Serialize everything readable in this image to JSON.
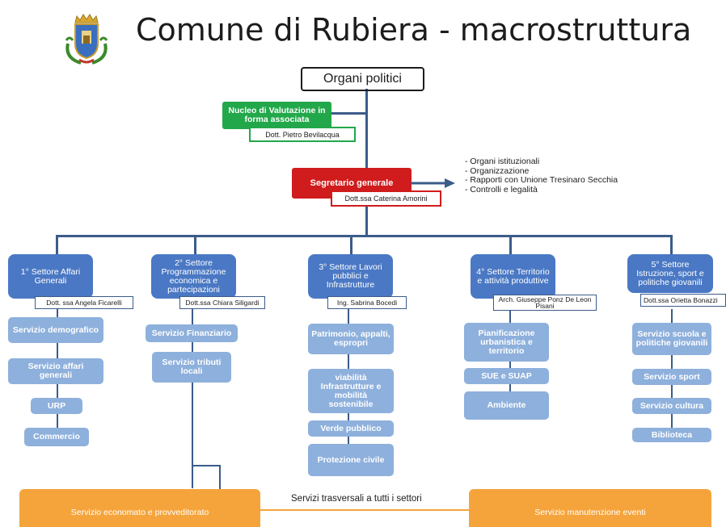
{
  "title": "Comune di Rubiera - macrostruttura",
  "organi_politici": "Organi politici",
  "nucleo": {
    "label": "Nucleo di Valutazione in forma associata",
    "name": "Dott. Pietro Bevilacqua"
  },
  "segretario": {
    "label": "Segretario generale",
    "name": "Dott.ssa Caterina Amorini",
    "responsibilities": [
      "- Organi istituzionali",
      "- Organizzazione",
      "- Rapporti con Unione Tresinaro Secchia",
      "- Controlli e legalità"
    ]
  },
  "sectors": [
    {
      "title": "1° Settore Affari Generali",
      "head": "Dott. ssa Angela Ficarelli",
      "services": [
        "Servizio demografico",
        "Servizio affari generali",
        "URP",
        "Commercio"
      ]
    },
    {
      "title": "2° Settore Programmazione economica e partecipazioni",
      "head": "Dott.ssa Chiara Siligardi",
      "services": [
        "Servizio Finanziario",
        "Servizio tributi locali"
      ]
    },
    {
      "title": "3° Settore Lavori pubblici e Infrastrutture",
      "head": "Ing. Sabrina Bocedi",
      "services": [
        "Patrimonio, appalti, espropri",
        "viabilità Infrastrutture e mobilità sostenibile",
        "Verde pubblico",
        "Protezione civile"
      ]
    },
    {
      "title": "4° Settore Territorio e attività produttive",
      "head": "Arch. Giuseppe Ponz De Leon Pisani",
      "services": [
        "Pianificazione urbanistica e territorio",
        "SUE e SUAP",
        "Ambiente"
      ]
    },
    {
      "title": "5° Settore Istruzione, sport e politiche giovanili",
      "head": "Dott.ssa Orietta Bonazzi",
      "services": [
        "Servizio scuola e politiche giovanili",
        "Servizio sport",
        "Servizio cultura",
        "Biblioteca"
      ]
    }
  ],
  "trasversali": {
    "label": "Servizi trasversali a tutti i settori",
    "left": "Servizio economato e provveditorato",
    "right": "Servizio manutenzione eventi"
  },
  "colors": {
    "sector_blue": "#4a78c4",
    "service_blue": "#8eb0dc",
    "line_blue": "#3b5c8a",
    "nucleo_green": "#22a84a",
    "segretario_red": "#d01c1c",
    "transversal_orange": "#f5a43c"
  },
  "icons": [
    "coat-of-arms-icon",
    "arrow-right-icon"
  ]
}
